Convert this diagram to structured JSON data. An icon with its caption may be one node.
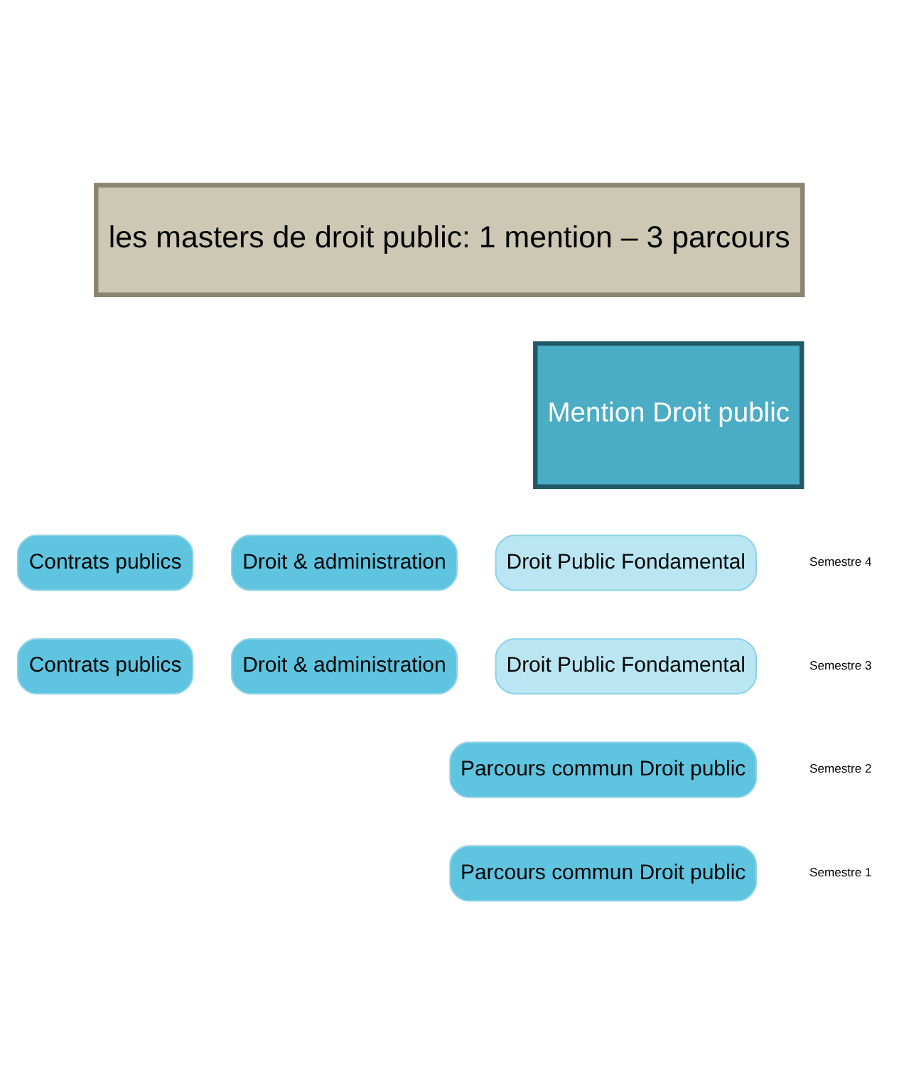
{
  "diagram": {
    "nodes": [
      {
        "text": [
          "les masters de droit public: 1 mention – 3 parcours"
        ]
      },
      {
        "text": [
          "Mention Droit public"
        ]
      },
      {
        "text": [
          "Contrats publics"
        ]
      },
      {
        "text": [
          "Droit & administration"
        ]
      },
      {
        "text": [
          "Droit Public Fondamental"
        ]
      },
      {
        "text": [
          "Contrats publics"
        ]
      },
      {
        "text": [
          "Droit & administration"
        ]
      },
      {
        "text": [
          "Droit Public Fondamental"
        ]
      },
      {
        "text": [
          "Parcours commun Droit public"
        ]
      },
      {
        "text": [
          "Parcours commun Droit public"
        ]
      }
    ],
    "edges": [],
    "labels": [
      "Semestre 4",
      "Semestre 3",
      "Semestre 2",
      "Semestre 1"
    ]
  }
}
